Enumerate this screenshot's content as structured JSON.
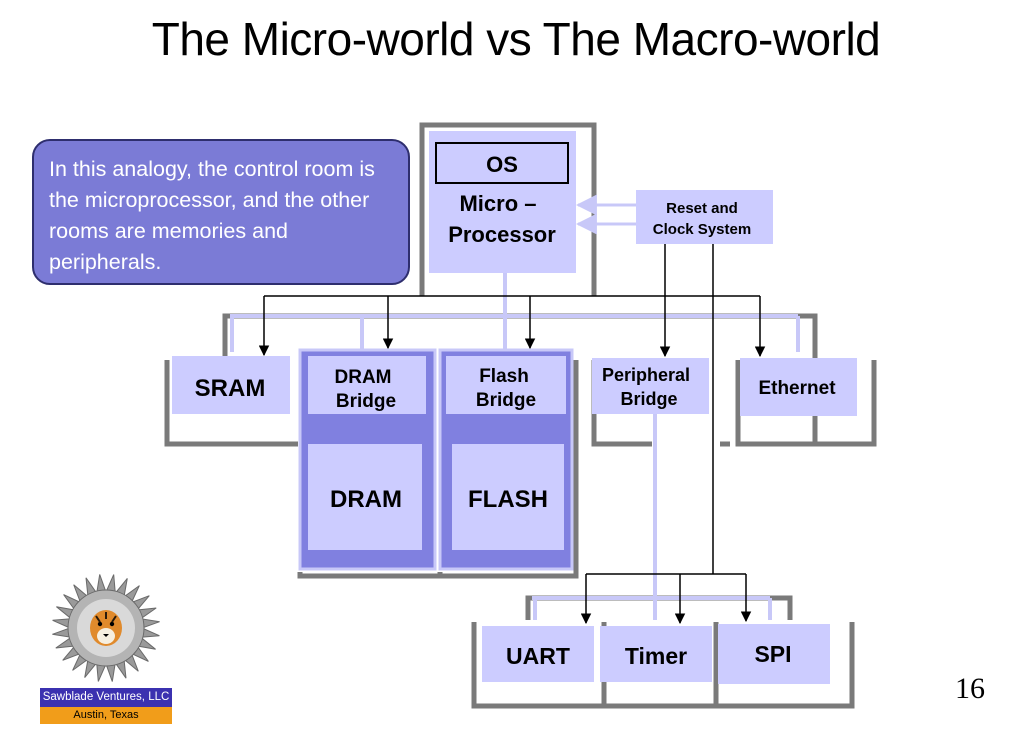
{
  "title": "The Micro-world vs The Macro-world",
  "callout": "In this analogy, the control room is the microprocessor, and the other rooms are memories and peripherals.",
  "blocks": {
    "os": "OS",
    "micro_line1": "Micro –",
    "micro_line2": "Processor",
    "reset_line1": "Reset and",
    "reset_line2": "Clock System",
    "sram": "SRAM",
    "dram_bridge_line1": "DRAM",
    "dram_bridge_line2": "Bridge",
    "dram": "DRAM",
    "flash_bridge_line1": "Flash",
    "flash_bridge_line2": "Bridge",
    "flash": "FLASH",
    "peripheral_bridge_line1": "Peripheral",
    "peripheral_bridge_line2": "Bridge",
    "ethernet": "Ethernet",
    "uart": "UART",
    "timer": "Timer",
    "spi": "SPI"
  },
  "logo": {
    "name": "Sawblade Ventures, LLC",
    "location": "Austin, Texas"
  },
  "page_number": "16",
  "colors": {
    "block_fill": "#ccccff",
    "memory_fill": "#8080e0",
    "callout_fill": "#7b7bd6",
    "wall_gray": "#7a7a7a",
    "bus_light": "#c8c8f8",
    "logo_bar_blue": "#3b31b0",
    "logo_bar_orange": "#f19d1a"
  }
}
